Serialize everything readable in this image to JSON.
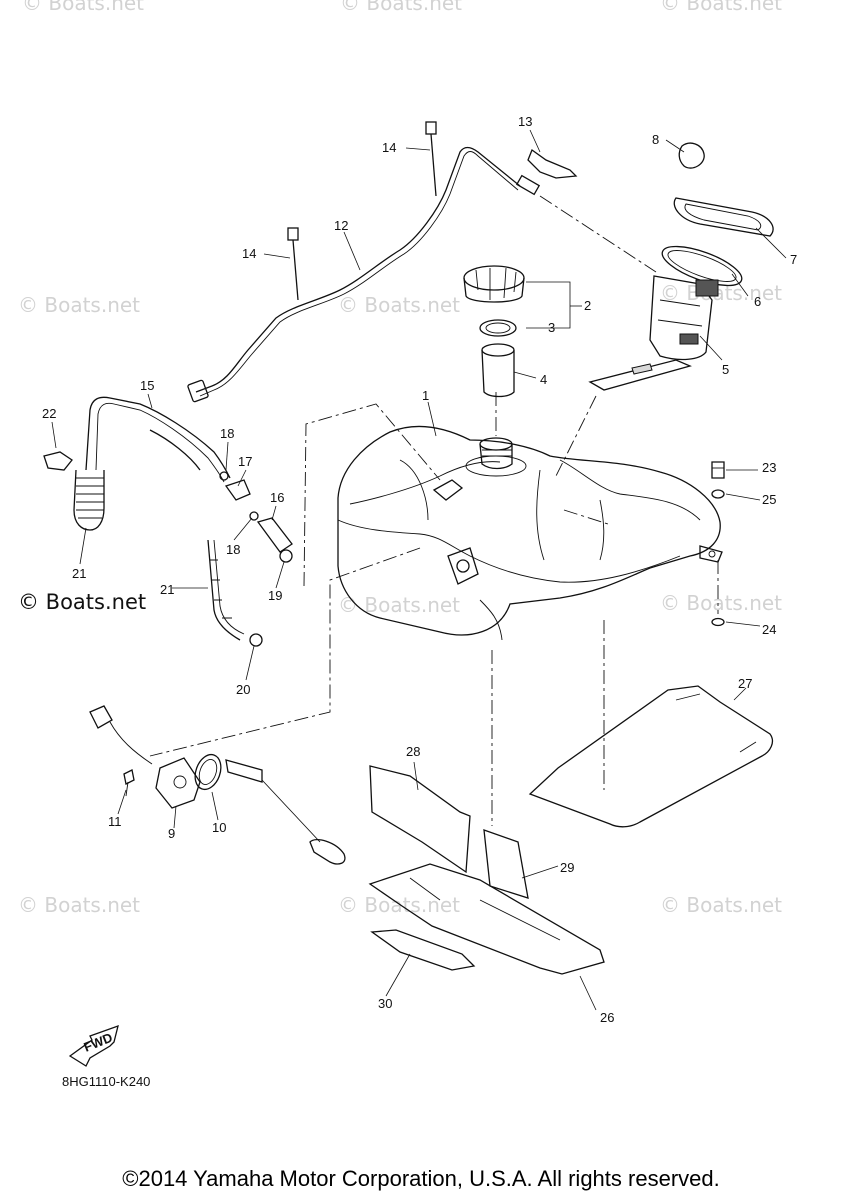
{
  "watermark": "© Boats.net",
  "diagram_code": "8HG1110-K240",
  "fwd_label": "FWD",
  "copyright": "©2014 Yamaha Motor Corporation, U.S.A. All rights reserved.",
  "callouts": {
    "c1": "1",
    "c2": "2",
    "c3": "3",
    "c4": "4",
    "c5": "5",
    "c6": "6",
    "c7": "7",
    "c8": "8",
    "c9": "9",
    "c10": "10",
    "c11": "11",
    "c12": "12",
    "c13": "13",
    "c14a": "14",
    "c14b": "14",
    "c15": "15",
    "c16": "16",
    "c17": "17",
    "c18a": "18",
    "c18b": "18",
    "c19": "19",
    "c20": "20",
    "c21a": "21",
    "c21b": "21",
    "c22": "22",
    "c23": "23",
    "c24": "24",
    "c25": "25",
    "c26": "26",
    "c27": "27",
    "c28": "28",
    "c29": "29",
    "c30": "30"
  }
}
